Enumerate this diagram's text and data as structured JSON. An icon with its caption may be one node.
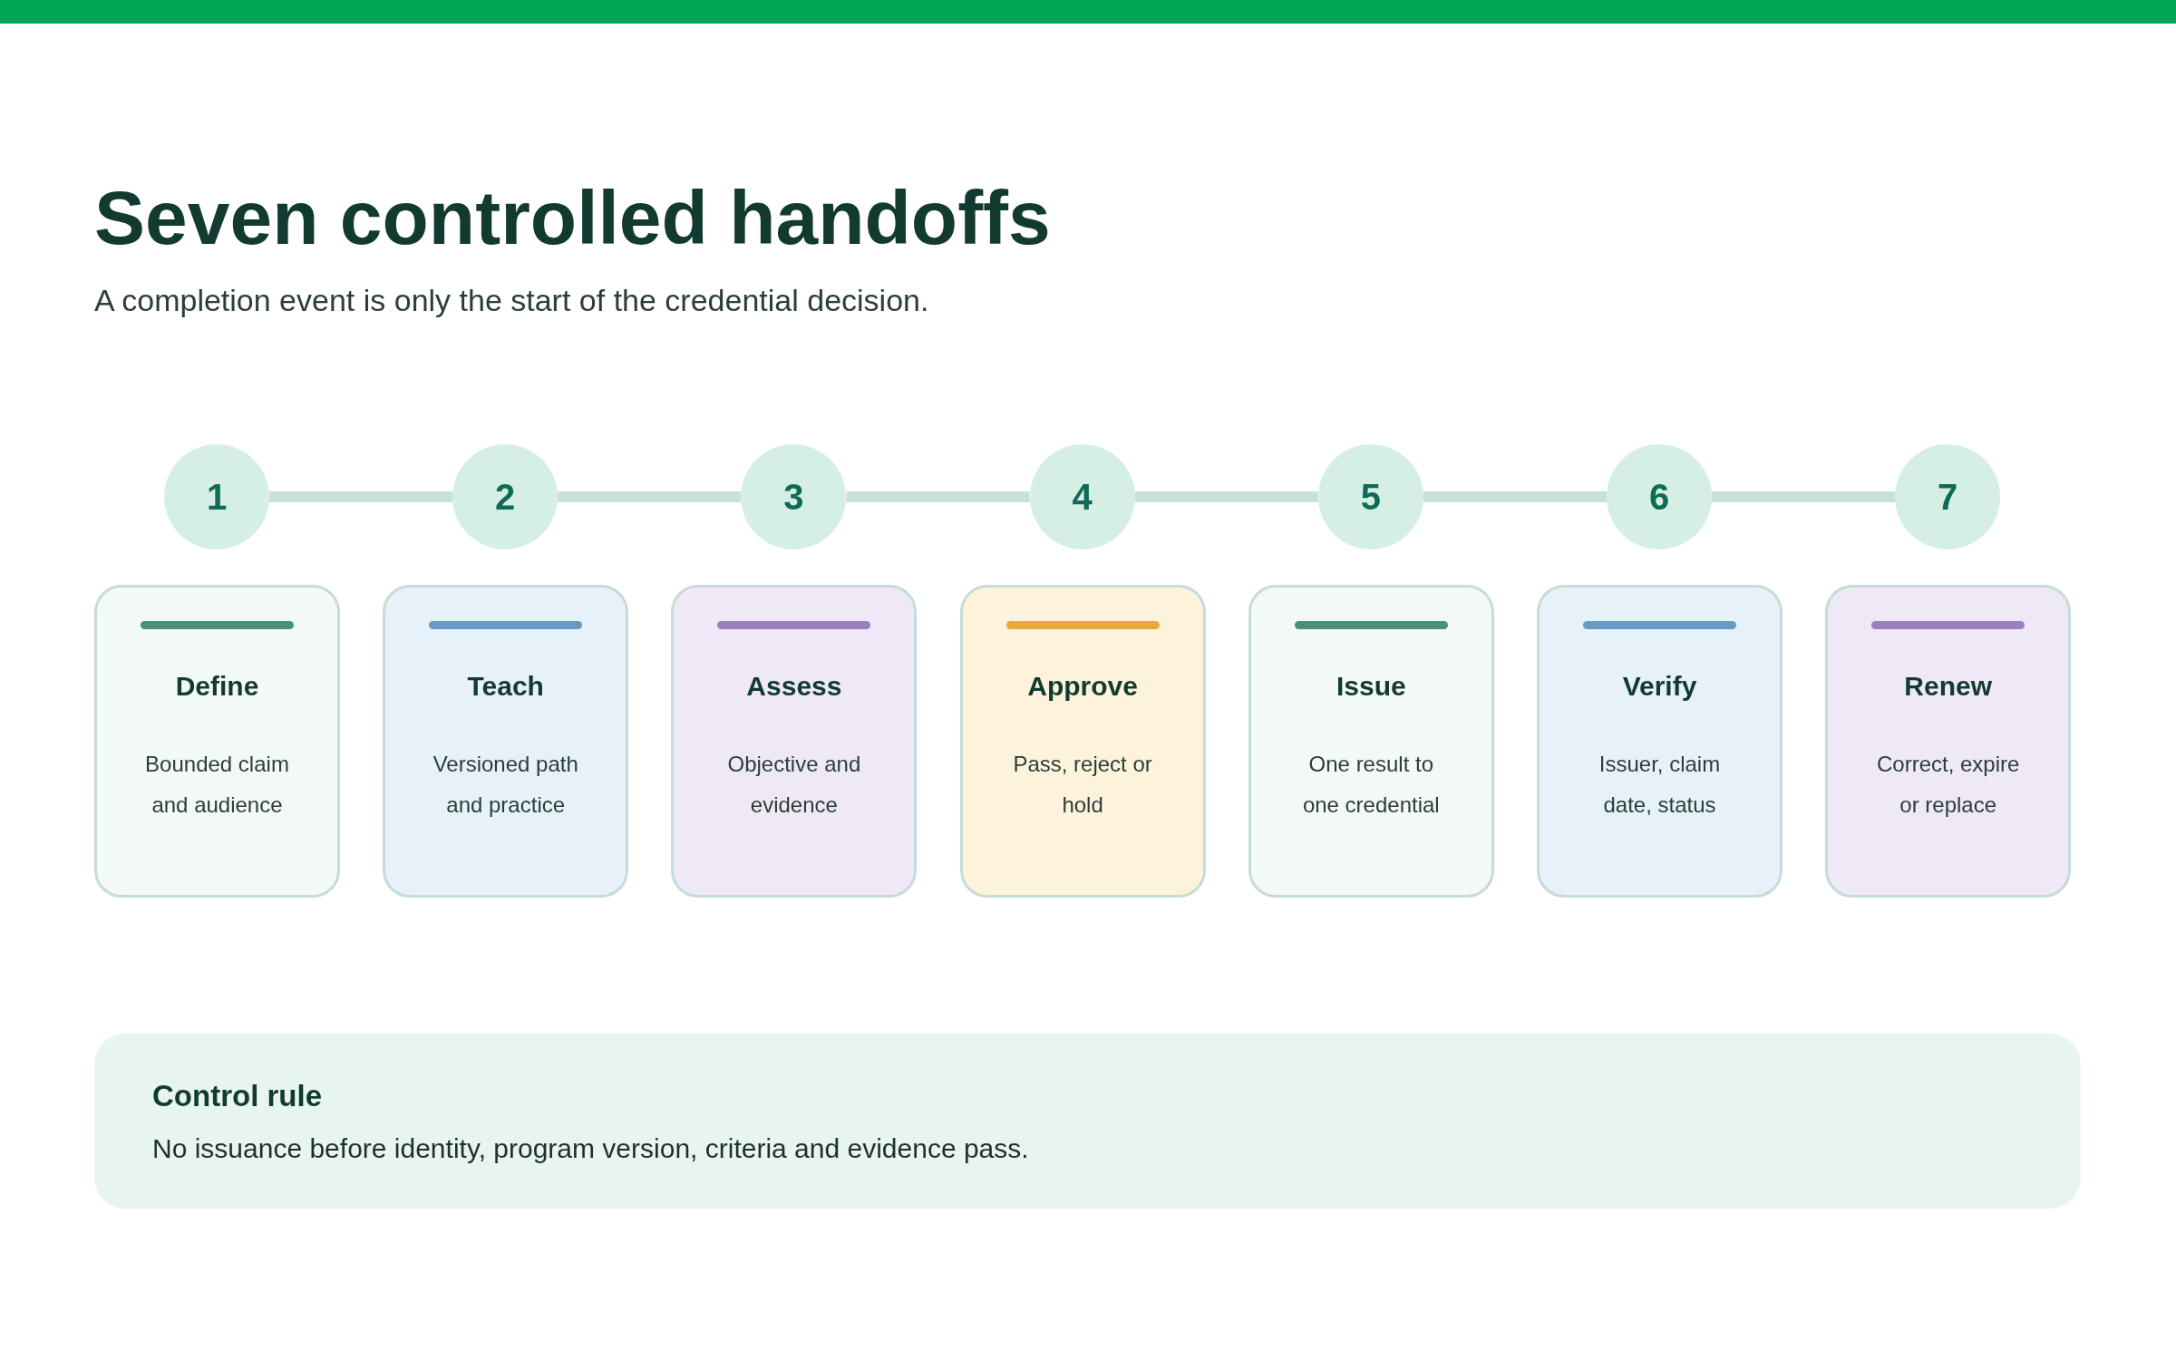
{
  "diagram": {
    "title": "Seven controlled handoffs",
    "nodes": [
      {
        "text": [],
        "shape": "bar"
      },
      {
        "text": [
          "1"
        ]
      },
      {
        "text": [
          "2"
        ]
      },
      {
        "text": [
          "3"
        ]
      },
      {
        "text": [
          "4"
        ]
      },
      {
        "text": [
          "5"
        ]
      },
      {
        "text": [
          "6"
        ]
      },
      {
        "text": [
          "7"
        ]
      },
      {
        "text": [
          "Define",
          "Bounded claim and audience"
        ]
      },
      {
        "text": [
          "Teach",
          "Versioned path and practice"
        ]
      },
      {
        "text": [
          "Assess",
          "Objective and evidence"
        ]
      },
      {
        "text": [
          "Approve",
          "Pass, reject or hold"
        ]
      },
      {
        "text": [
          "Issue",
          "One result to one credential"
        ]
      },
      {
        "text": [
          "Verify",
          "Issuer, claim date, status"
        ]
      },
      {
        "text": [
          "Renew",
          "Correct, expire or replace"
        ]
      },
      {
        "text": [
          "Control rule",
          "No issuance before identity, program version, criteria and evidence pass."
        ]
      }
    ],
    "edges": [
      {
        "from": 1,
        "to": 2,
        "arrow": "none"
      },
      {
        "from": 2,
        "to": 3,
        "arrow": "none"
      },
      {
        "from": 3,
        "to": 4,
        "arrow": "none"
      },
      {
        "from": 4,
        "to": 5,
        "arrow": "none"
      },
      {
        "from": 5,
        "to": 6,
        "arrow": "none"
      },
      {
        "from": 6,
        "to": 7,
        "arrow": "none"
      }
    ],
    "labels": [
      "A completion event is only the start of the credential decision."
    ]
  }
}
